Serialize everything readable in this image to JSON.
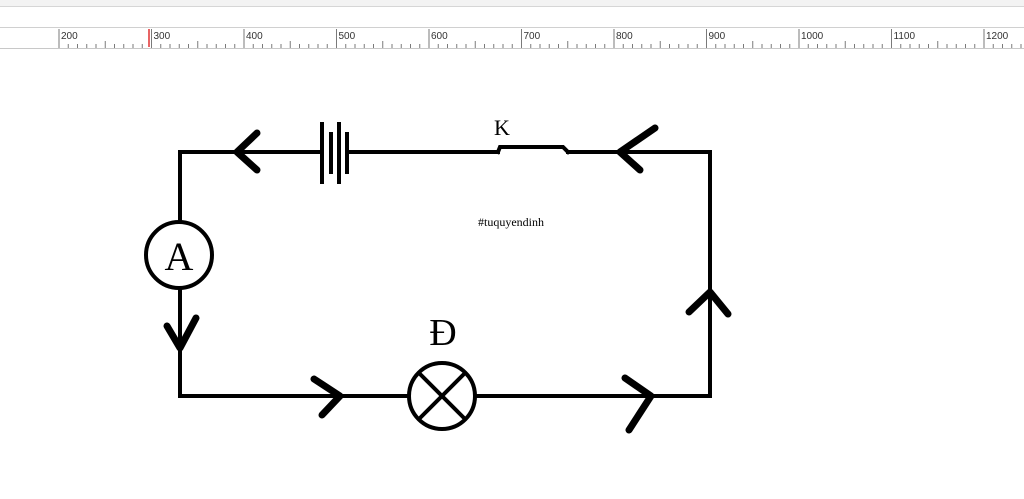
{
  "ruler": {
    "labels": [
      "200",
      "300",
      "400",
      "500",
      "600",
      "700",
      "800",
      "900",
      "1000",
      "1100",
      "1200"
    ],
    "marker_color": "#e03030"
  },
  "diagram": {
    "ammeter_label": "A",
    "switch_label": "K",
    "lamp_label": "Đ",
    "watermark": "#tuquyendinh"
  }
}
